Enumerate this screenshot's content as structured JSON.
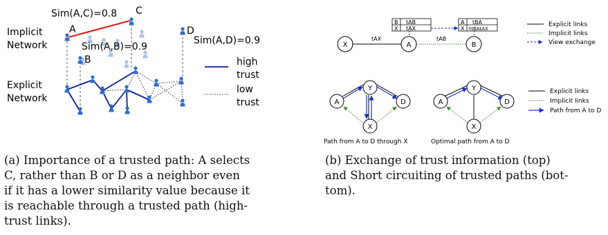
{
  "panel_a": {
    "label_implicit_network": [
      "Implicit",
      "Network"
    ],
    "label_explicit_network": [
      "Explicit",
      "Network"
    ],
    "sim_ac": "Sim(A,C)=0.8",
    "sim_ab": "Sim(A,B)=0.9",
    "sim_ad": "Sim(A,D)=0.9",
    "node_a": "A",
    "node_b": "B",
    "node_c": "C",
    "node_d": "D",
    "legend_high_trust": [
      "high",
      "trust"
    ],
    "legend_low_trust": [
      "low",
      "trust"
    ],
    "caption_lines": [
      "(a) Importance of a trusted path: A selects",
      "C, rather than B or D as a neighbor even",
      "if it has a lower similarity value because it",
      "is reachable through a trusted path (high-",
      "trust links)."
    ]
  },
  "panel_b": {
    "top": {
      "table_left": [
        [
          "B",
          "tAB"
        ],
        [
          "X",
          "tAX"
        ]
      ],
      "table_right": [
        [
          "A",
          "tBA"
        ],
        [
          "X",
          "τtBAtAX"
        ]
      ],
      "node_x": "X",
      "node_a": "A",
      "node_b": "B",
      "edge_xa": "tAX",
      "edge_ab": "tAB",
      "legend": [
        "Explicit links",
        "Implicit links",
        "View exchange"
      ]
    },
    "bottom": {
      "left_nodes": [
        "A",
        "Y",
        "D",
        "X"
      ],
      "right_nodes": [
        "A",
        "Y",
        "D",
        "X"
      ],
      "left_caption": "Path from A to D through X",
      "right_caption": "Optimal path from A to D",
      "legend": [
        "Explicit links",
        "Implicit links",
        "Path from A to D"
      ]
    },
    "caption_lines": [
      "(b) Exchange of trust information (top)",
      "and Short circuiting of trusted paths (bot-",
      "tom)."
    ]
  },
  "colors": {
    "person_blue": "#2f6fd1",
    "person_faded": "#a9c3ea",
    "high_trust_blue": "#0a1a9a",
    "implicit_red": "#e02020",
    "implicit_green": "#3a8a2a",
    "path_blue": "#1530d0"
  }
}
